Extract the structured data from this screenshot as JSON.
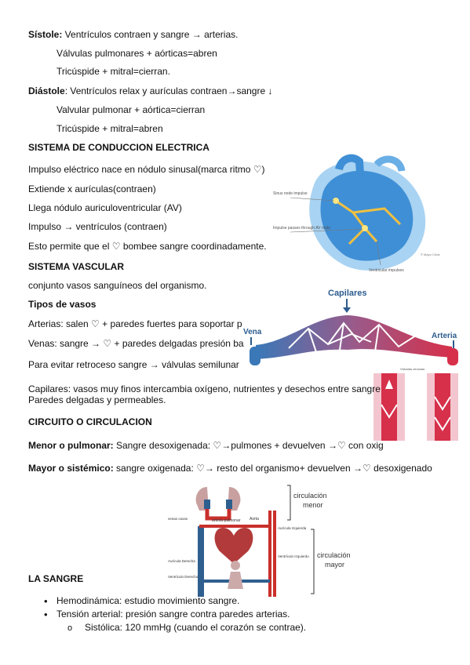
{
  "sistole": {
    "label": "Sístole:",
    "text": " Ventrículos contraen y sangre → arterias.",
    "l1": "Válvulas pulmonares + aórticas=abren",
    "l2": "Tricúspide + mitral=cierran."
  },
  "diastole": {
    "label": "Diástole",
    "text": ": Ventrículos relax y aurículas contraen→sangre ↓",
    "l1": "Valvular pulmonar + aórtica=cierran",
    "l2": "Tricúspide + mitral=abren"
  },
  "conduccion": {
    "title": "SISTEMA DE CONDUCCION ELECTRICA",
    "lines": [
      "Impulso eléctrico nace en nódulo sinusal(marca ritmo ♡)",
      "Extiende x aurículas(contraen)",
      "Llega nódulo auriculoventricular (AV)",
      "Impulso → ventrículos (contraen)",
      "Esto permite que el ♡ bombee sangre coordinadamente."
    ],
    "figure_labels": {
      "sinus": "Sinus node impulse",
      "av": "Impulse passes through AV node",
      "vent": "Ventricular impulses",
      "mayo": "© Mayo Clinic"
    }
  },
  "vascular": {
    "title": "SISTEMA VASCULAR",
    "intro": "conjunto vasos sanguíneos del organismo.",
    "tipos_title": "Tipos de vasos",
    "arterias": "Arterias: salen ♡ + paredes fuertes para soportar p",
    "venas": "Venas: sangre → ♡ + paredes delgadas presión ba",
    "evitar": "Para evitar retroceso sangre → válvulas semilunar",
    "capilares1": "Capilares: vasos muy finos intercambia oxígeno, nutrientes y desechos entre sangre",
    "capilares2": "Paredes delgadas y permeables.",
    "figure_labels": {
      "capilares": "Capilares",
      "vena": "Vena",
      "arteria": "Arteria",
      "valvulas": "Válvulas venosas"
    }
  },
  "circuito": {
    "title": "CIRCUITO O CIRCULACION",
    "menor_label": "Menor o pulmonar:",
    "menor_text": " Sangre desoxigenada: ♡→pulmones + devuelven →♡ con oxig",
    "mayor_label": "Mayor o sistémico:",
    "mayor_text": " sangre oxigenada: ♡→ resto del organismo+ devuelven →♡ desoxigenado",
    "figure_labels": {
      "arteria_pulmonar": "arteria pulmonar",
      "venas_cavas": "venas cavas",
      "aorta": "Aorta",
      "auricula_izq": "Aurícula Izquierda",
      "auricula_der": "Aurícula Derecha",
      "ventriculo_izq": "Ventrículo Izquierdo",
      "ventriculo_der": "Ventrículo Derecho",
      "circ_menor_1": "circulación",
      "circ_menor_2": "menor",
      "circ_mayor_1": "circulación",
      "circ_mayor_2": "mayor"
    }
  },
  "sangre": {
    "title": "LA SANGRE",
    "bullets": [
      "Hemodinámica: estudio movimiento sangre.",
      "Tensión arterial: presión sangre contra paredes arterias."
    ],
    "sub": "Sistólica: 120 mmHg (cuando el corazón se contrae).",
    "sub_marker": "o"
  },
  "colors": {
    "heart_blue": "#3f8fd6",
    "heart_light": "#a9d3f2",
    "vessel_red": "#d6304a",
    "vessel_blue": "#3a78b8",
    "circ_red": "#c9302c",
    "circ_blue": "#2f5f8f",
    "capilar_title": "#2c5c8e"
  }
}
